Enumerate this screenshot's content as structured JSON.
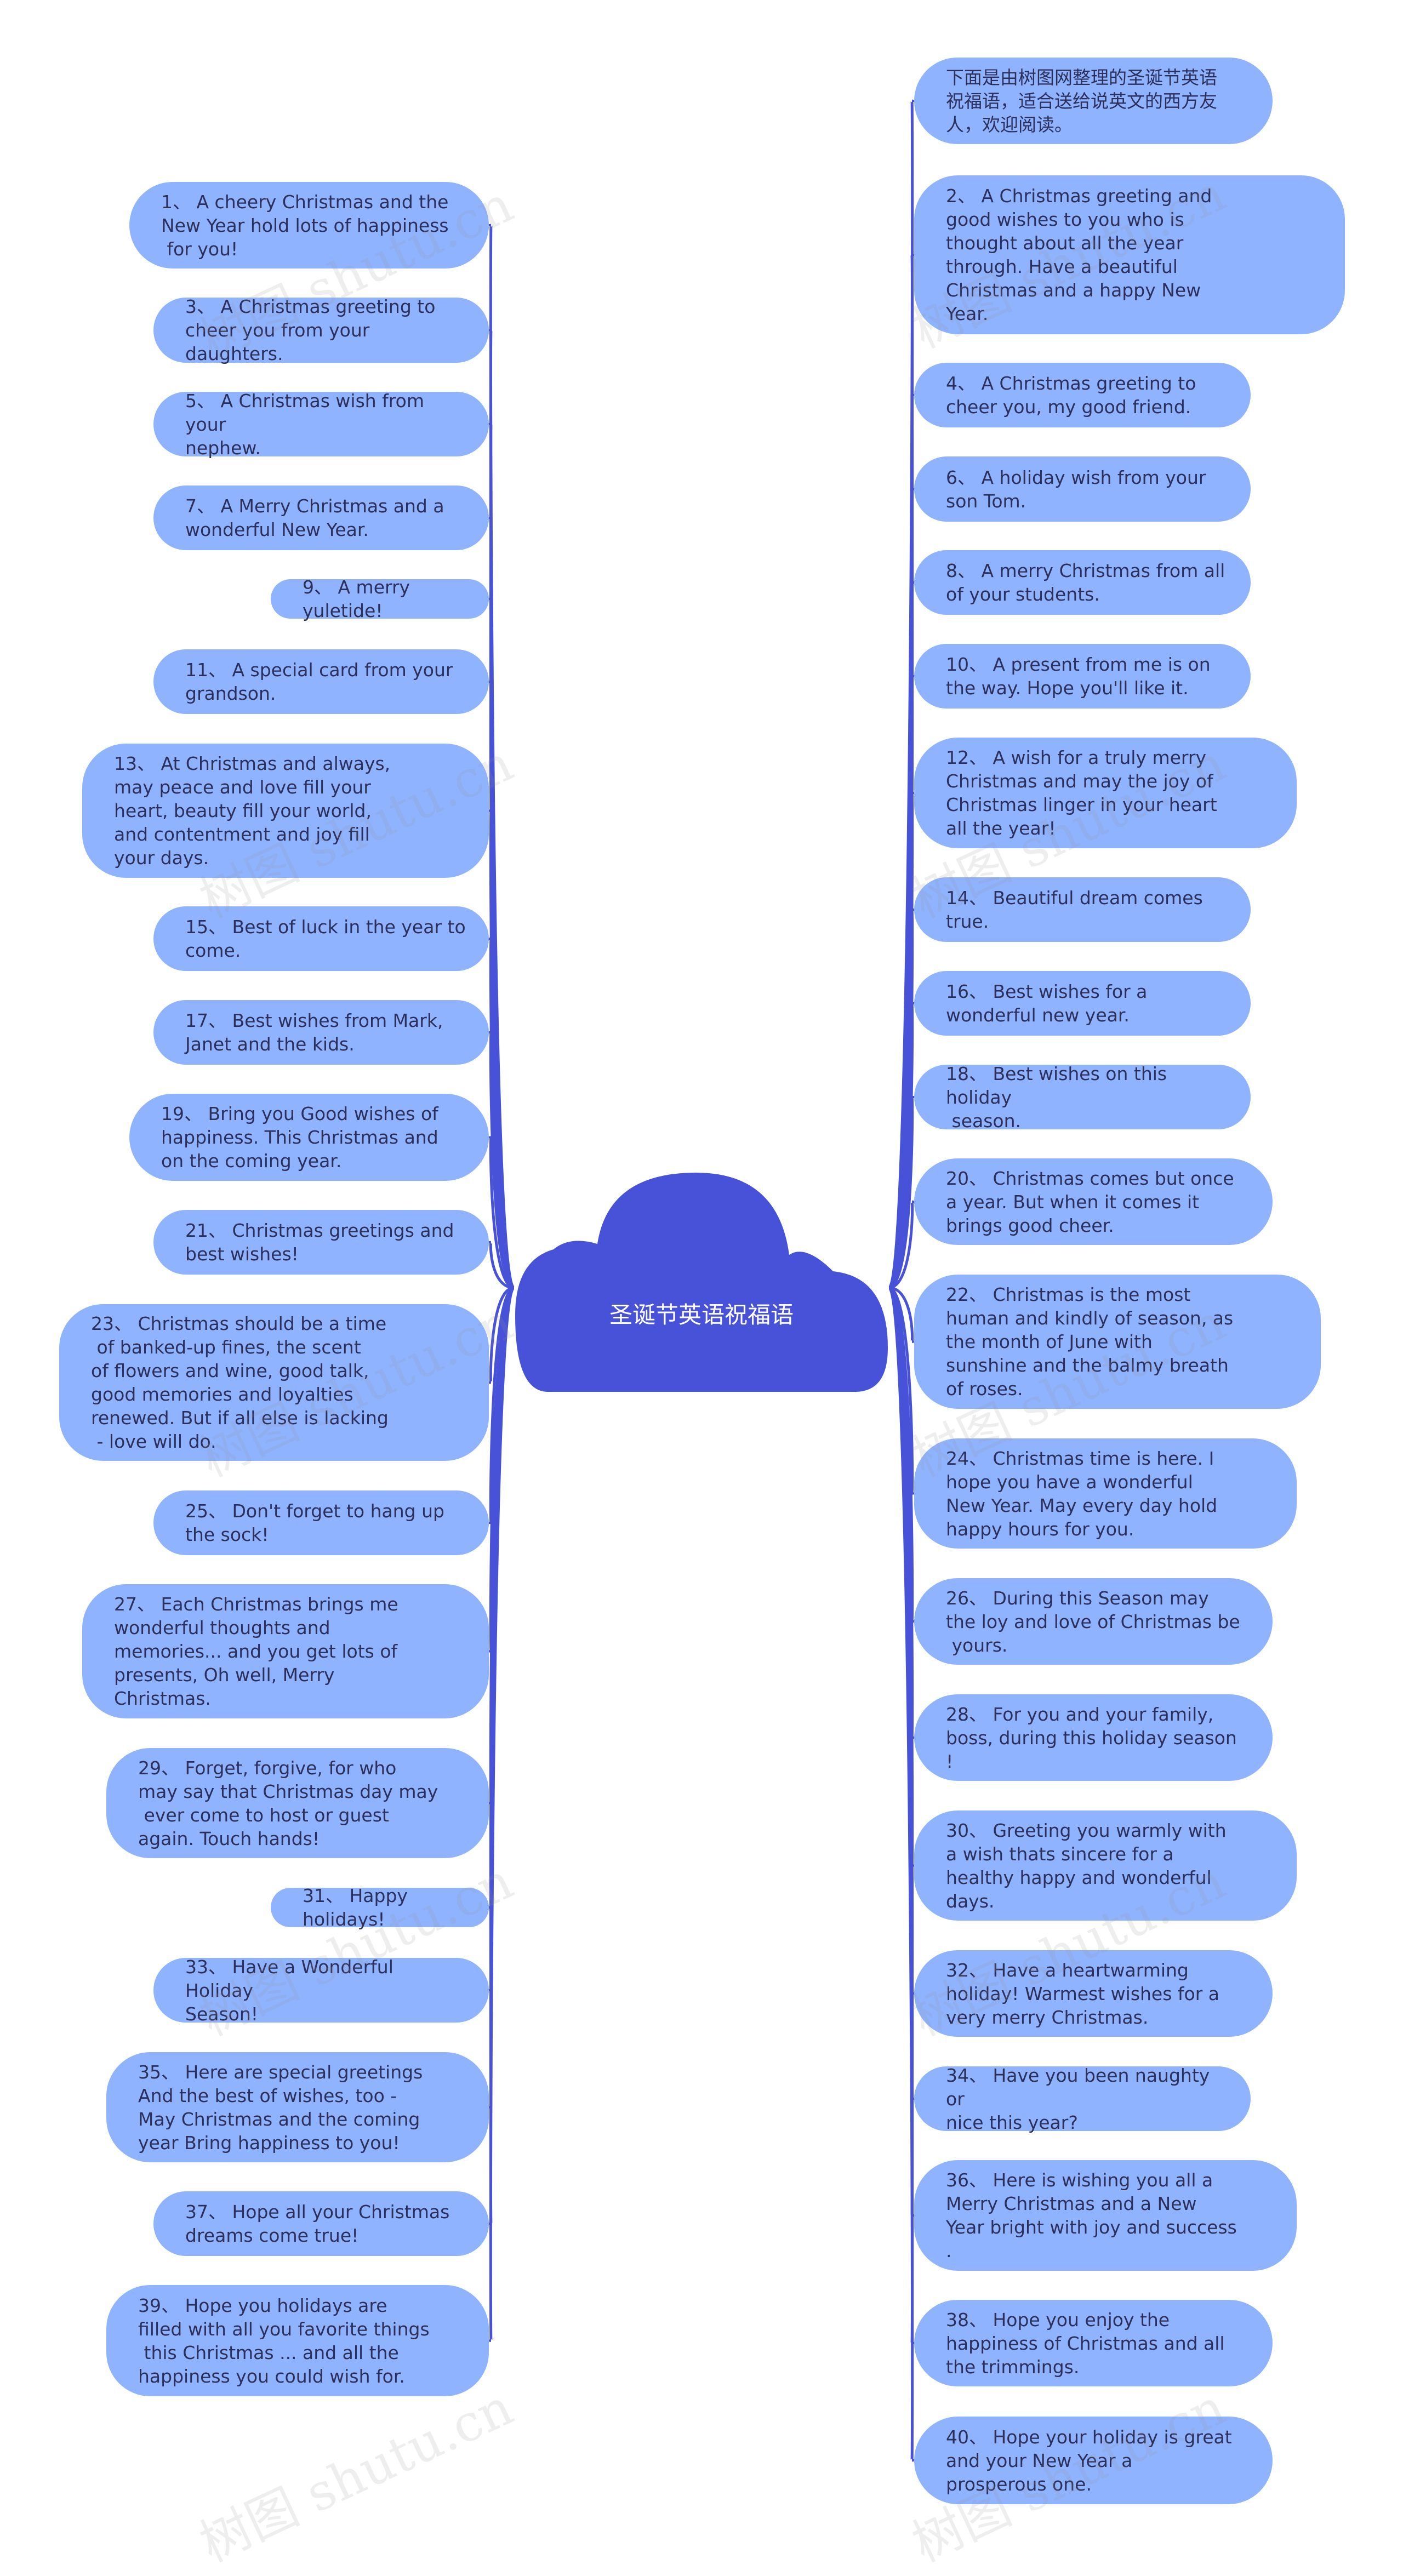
{
  "central": {
    "label": "圣诞节英语祝福语"
  },
  "colors": {
    "central": "#4752d8",
    "node": "#8fb3ff",
    "line": "#4752d8",
    "text": "#2b2f5a"
  },
  "watermark": "树图 shutu.cn",
  "left": [
    {
      "text": "1、 A cheery Christmas and the\nNew Year hold lots of happiness\n for you!"
    },
    {
      "text": "3、 A Christmas greeting to\ncheer you from your daughters."
    },
    {
      "text": "5、 A Christmas wish from your\nnephew."
    },
    {
      "text": "7、 A Merry Christmas and a\nwonderful New Year."
    },
    {
      "text": "9、 A merry yuletide!"
    },
    {
      "text": "11、 A special card from your\ngrandson."
    },
    {
      "text": "13、 At Christmas and always,\nmay peace and love fill your\nheart, beauty fill your world,\nand contentment and joy fill\nyour days."
    },
    {
      "text": "15、 Best of luck in the year to\ncome."
    },
    {
      "text": "17、 Best wishes from Mark,\nJanet and the kids."
    },
    {
      "text": "19、 Bring you Good wishes of\nhappiness. This Christmas and\non the coming year."
    },
    {
      "text": "21、 Christmas greetings and\nbest wishes!"
    },
    {
      "text": "23、 Christmas should be a time\n of banked-up fines, the scent\nof flowers and wine, good talk,\ngood memories and loyalties\nrenewed. But if all else is lacking\n - love will do."
    },
    {
      "text": "25、 Don't forget to hang up\nthe sock!"
    },
    {
      "text": "27、 Each Christmas brings me\nwonderful thoughts and\nmemories... and you get lots of\npresents, Oh well, Merry\nChristmas."
    },
    {
      "text": "29、 Forget, forgive, for who\nmay say that Christmas day may\n ever come to host or guest\nagain. Touch hands!"
    },
    {
      "text": "31、 Happy holidays!"
    },
    {
      "text": "33、 Have a Wonderful Holiday\nSeason!"
    },
    {
      "text": "35、 Here are special greetings\nAnd the best of wishes, too -\nMay Christmas and the coming\nyear Bring happiness to you!"
    },
    {
      "text": "37、 Hope all your Christmas\ndreams come true!"
    },
    {
      "text": "39、 Hope you holidays are\nfilled with all you favorite things\n this Christmas ... and all the\nhappiness you could wish for."
    }
  ],
  "right": [
    {
      "text": "下面是由树图网整理的圣诞节英语\n祝福语，适合送给说英文的西方友\n人，欢迎阅读。"
    },
    {
      "text": "2、 A Christmas greeting and\ngood wishes to you who is\nthought about all the year\nthrough. Have a beautiful\nChristmas and a happy New\nYear."
    },
    {
      "text": "4、 A Christmas greeting to\ncheer you, my good friend."
    },
    {
      "text": "6、 A holiday wish from your\nson Tom."
    },
    {
      "text": "8、 A merry Christmas from all\nof your students."
    },
    {
      "text": "10、 A present from me is on\nthe way. Hope you'll like it."
    },
    {
      "text": "12、 A wish for a truly merry\nChristmas and may the joy of\nChristmas linger in your heart\nall the year!"
    },
    {
      "text": "14、 Beautiful dream comes\ntrue."
    },
    {
      "text": "16、 Best wishes for a\nwonderful new year."
    },
    {
      "text": "18、 Best wishes on this holiday\n season."
    },
    {
      "text": "20、 Christmas comes but once\na year. But when it comes it\nbrings good cheer."
    },
    {
      "text": "22、 Christmas is the most\nhuman and kindly of season, as\nthe month of June with\nsunshine and the balmy breath\nof roses."
    },
    {
      "text": "24、 Christmas time is here. I\nhope you have a wonderful\nNew Year. May every day hold\nhappy hours for you."
    },
    {
      "text": "26、 During this Season may\nthe loy and love of Christmas be\n yours."
    },
    {
      "text": "28、 For you and your family,\nboss, during this holiday season\n!"
    },
    {
      "text": "30、 Greeting you warmly with\na wish thats sincere for a\nhealthy happy and wonderful\ndays."
    },
    {
      "text": "32、 Have a heartwarming\nholiday! Warmest wishes for a\nvery merry Christmas."
    },
    {
      "text": "34、 Have you been naughty or\nnice this year?"
    },
    {
      "text": "36、 Here is wishing you all a\nMerry Christmas and a New\nYear bright with joy and success\n."
    },
    {
      "text": "38、 Hope you enjoy the\nhappiness of Christmas and all\nthe trimmings."
    },
    {
      "text": "40、 Hope your holiday is great\nand your New Year a\nprosperous one."
    }
  ]
}
